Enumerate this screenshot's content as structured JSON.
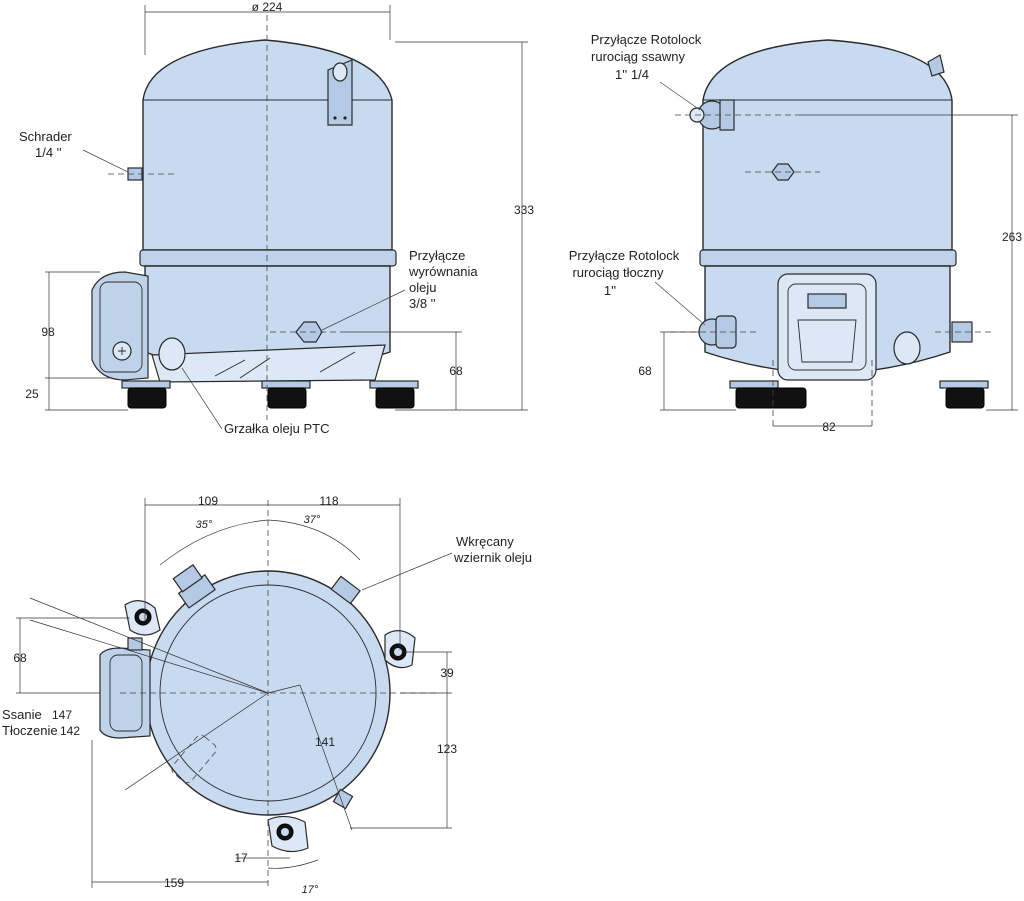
{
  "front_view": {
    "dims": {
      "diameter": "ø 224",
      "height": "333",
      "box_height": "98",
      "foot_height": "25",
      "oil_eq_height": "68"
    },
    "labels": {
      "schrader_line1": "Schrader",
      "schrader_line2": "1/4 ''",
      "oil_eq_line1": "Przyłącze",
      "oil_eq_line2": "wyrównania",
      "oil_eq_line3": "oleju",
      "oil_eq_line4": "3/8 ''",
      "heater": "Grzałka oleju PTC"
    }
  },
  "side_view": {
    "dims": {
      "suction_height": "263",
      "discharge_height": "68",
      "offset": "82"
    },
    "labels": {
      "suction_line1": "Przyłącze Rotolock",
      "suction_line2": "rurociąg ssawny",
      "suction_line3": "1'' 1/4",
      "discharge_line1": "Przyłącze Rotolock",
      "discharge_line2": "rurociąg tłoczny",
      "discharge_line3": "1''"
    }
  },
  "top_view": {
    "dims": {
      "left_width": "109",
      "right_width": "118",
      "angle_left": "35°",
      "angle_right": "37°",
      "left_offset": "68",
      "right_offset": "39",
      "lower_right": "123",
      "radius": "141",
      "small_offset": "17",
      "bottom_width": "159",
      "angle_bottom": "17°"
    },
    "labels": {
      "sight_glass_line1": "Wkręcany",
      "sight_glass_line2": "wziernik oleju",
      "ssanie": "Ssanie",
      "ssanie_value": "147",
      "tloczenie": "Tłoczenie",
      "tloczenie_value": "142"
    }
  },
  "colors": {
    "body": "#c8daf0",
    "line": "#2a2a2a",
    "foot": "#111111",
    "background": "#ffffff"
  }
}
